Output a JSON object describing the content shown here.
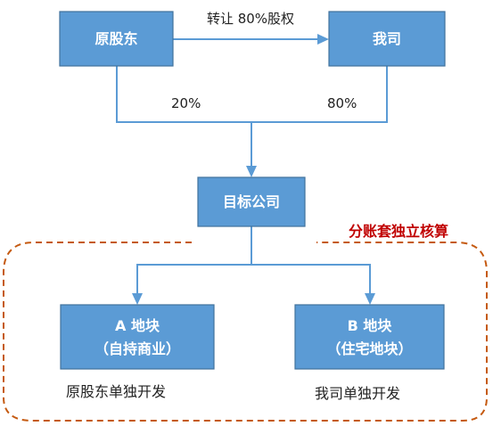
{
  "nodes": {
    "original_shareholder": "原股东",
    "our_company": "我司",
    "target_company": "目标公司",
    "plot_a_title": "A 地块",
    "plot_a_subtitle": "（自持商业）",
    "plot_b_title": "B 地块",
    "plot_b_subtitle": "（住宅地块）"
  },
  "edges": {
    "transfer_label": "转让 80%股权",
    "left_share": "20%",
    "right_share": "80%"
  },
  "group": {
    "label": "分账套独立核算"
  },
  "notes": {
    "left_development": "原股东单独开发",
    "right_development": "我司单独开发"
  },
  "colors": {
    "box_fill": "#5b9bd5",
    "box_border": "#41719c",
    "connector": "#5b9bd5",
    "dashed_border": "#c55a11",
    "group_label": "#c00000"
  }
}
